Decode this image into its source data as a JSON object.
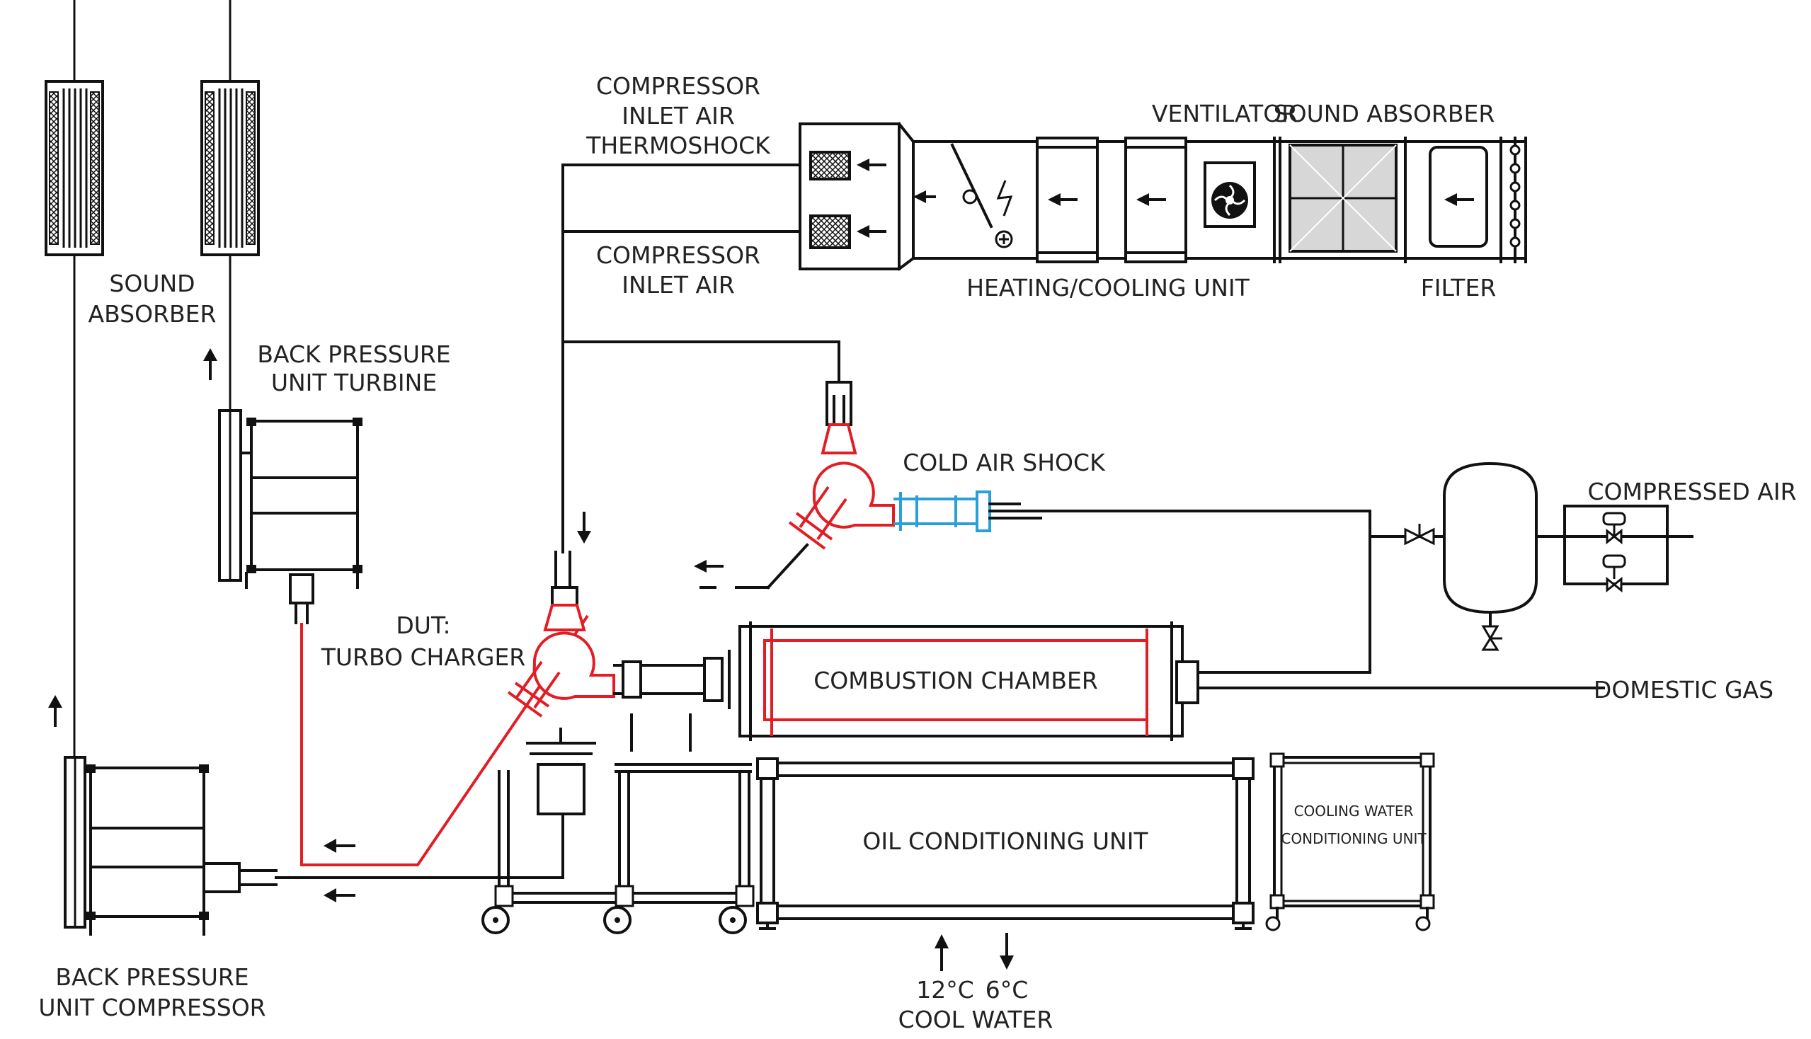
{
  "colors": {
    "line": "#111111",
    "hot_path": "#e21d24",
    "cold_air": "#2a9fd8",
    "absorber_panel": "#d7d7d7"
  },
  "labels": {
    "compressor_inlet_air_thermoshock": [
      "COMPRESSOR",
      "INLET AIR",
      "THERMOSHOCK"
    ],
    "compressor_inlet_air": [
      "COMPRESSOR",
      "INLET AIR"
    ],
    "ventilator": "VENTILATOR",
    "sound_absorber_top": "SOUND ABSORBER",
    "heating_cooling_unit": "HEATING/COOLING UNIT",
    "filter": "FILTER",
    "sound_absorber_left": [
      "SOUND",
      "ABSORBER"
    ],
    "back_pressure_unit_turbine": [
      "BACK PRESSURE",
      "UNIT TURBINE"
    ],
    "cold_air_shock": "COLD AIR SHOCK",
    "compressed_air": "COMPRESSED AIR",
    "dut_turbo_charger": [
      "DUT:",
      "TURBO CHARGER"
    ],
    "combustion_chamber": "COMBUSTION CHAMBER",
    "domestic_gas": "DOMESTIC GAS",
    "oil_conditioning_unit": "OIL CONDITIONING UNIT",
    "cooling_water_conditioning_unit": [
      "COOLING WATER",
      "CONDITIONING UNIT"
    ],
    "back_pressure_unit_compressor": [
      "BACK PRESSURE",
      "UNIT COMPRESSOR"
    ],
    "cool_water_temps": [
      "12°C",
      "6°C"
    ],
    "cool_water": "COOL WATER"
  },
  "icons": [
    "arrow-icon",
    "fan-icon",
    "valve-icon",
    "wheel-icon",
    "damper-icon",
    "turbo-icon"
  ]
}
